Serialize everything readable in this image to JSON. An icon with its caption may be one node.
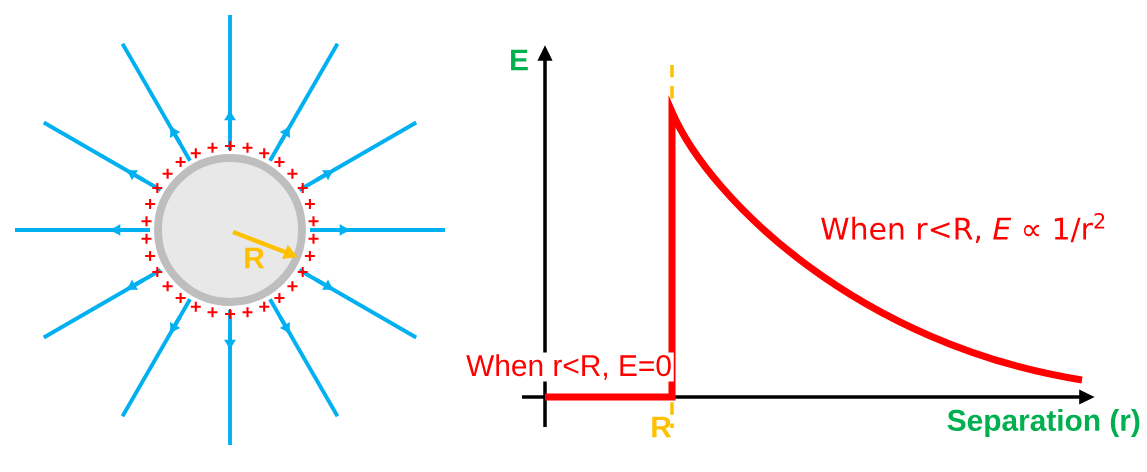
{
  "diagram": {
    "labels": [
      "E",
      "When r<R, *E* ∝ 1/r$^{2}$",
      "R",
      "When r<R, E=0",
      "Separation (r)",
      "R"
    ]
  }
}
